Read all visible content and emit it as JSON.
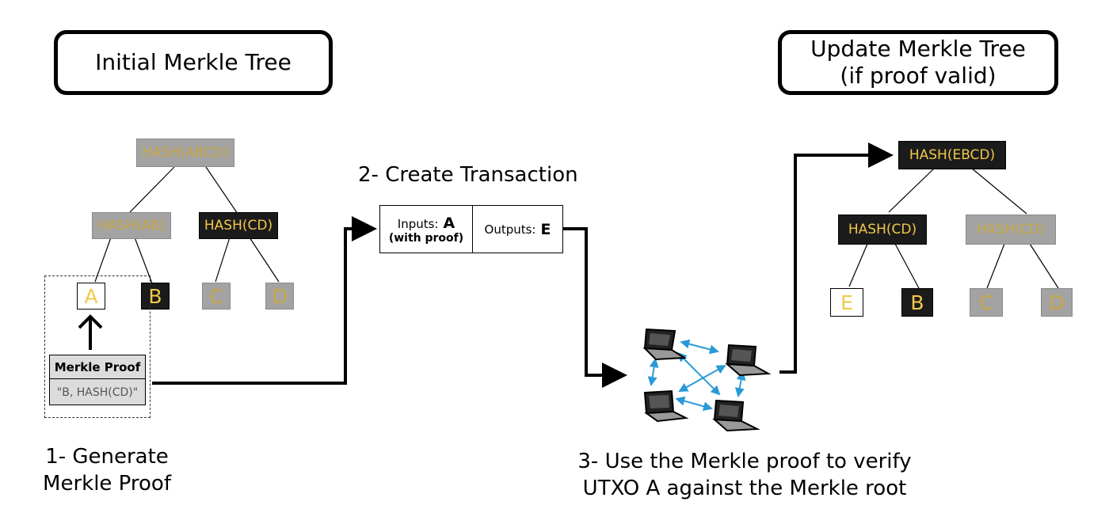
{
  "titles": {
    "left": "Initial Merkle Tree",
    "right_line1": "Update Merkle Tree",
    "right_line2": "(if proof valid)"
  },
  "initial_tree": {
    "root": "HASH(ABCD)",
    "left": "HASH(AB)",
    "right": "HASH(CD)",
    "leaves": [
      "A",
      "B",
      "C",
      "D"
    ]
  },
  "proof": {
    "header": "Merkle Proof",
    "value": "\"B, HASH(CD)\""
  },
  "transaction": {
    "inputs_label": "Inputs:",
    "inputs_value": "A",
    "inputs_note": "(with proof)",
    "outputs_label": "Outputs:",
    "outputs_value": "E"
  },
  "updated_tree": {
    "root": "HASH(EBCD)",
    "left": "HASH(CD)",
    "right": "HASH(CD)",
    "leaves": [
      "E",
      "B",
      "C",
      "D"
    ]
  },
  "steps": {
    "step1_line1": "1- Generate",
    "step1_line2": "Merkle Proof",
    "step2": "2- Create Transaction",
    "step3_line1": "3- Use the Merkle proof to verify",
    "step3_line2": "UTXO A against the Merkle root"
  },
  "colors": {
    "grey_node": "#a3a3a3",
    "dark_node": "#1b1b1b",
    "gold_text": "#f1c84a",
    "network_arrows": "#2a9ad6"
  },
  "icons": {
    "laptop": "laptop-icon",
    "network": "network-arrows-icon"
  }
}
